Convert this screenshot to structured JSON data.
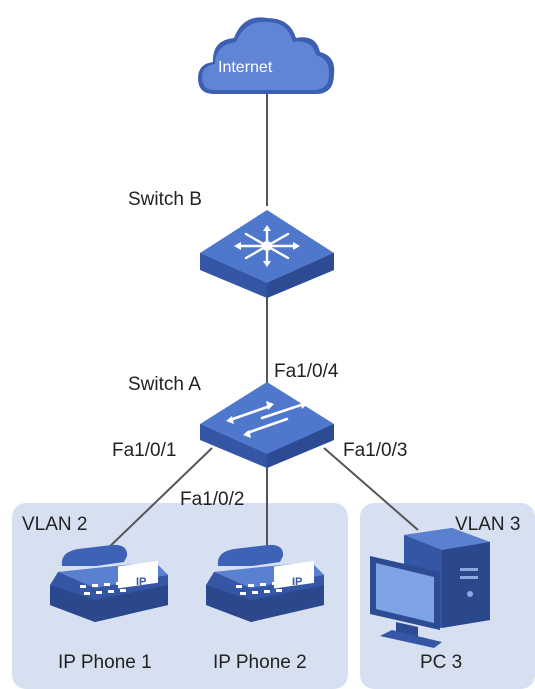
{
  "cloud": {
    "label": "Internet"
  },
  "switch_b": {
    "label": "Switch B"
  },
  "switch_a": {
    "label": "Switch A"
  },
  "ports": {
    "p1": "Fa1/0/1",
    "p2": "Fa1/0/2",
    "p3": "Fa1/0/3",
    "p4": "Fa1/0/4"
  },
  "vlans": {
    "vlan2": "VLAN 2",
    "vlan3": "VLAN 3"
  },
  "devices": {
    "phone1": {
      "label": "IP Phone 1",
      "badge": "IP"
    },
    "phone2": {
      "label": "IP Phone 2",
      "badge": "IP"
    },
    "pc3": {
      "label": "PC 3"
    }
  },
  "colors": {
    "switch_top": "#4a70c8",
    "switch_side": "#3556a4",
    "vlan_bg": "#d6e0f1",
    "line": "#555555"
  }
}
